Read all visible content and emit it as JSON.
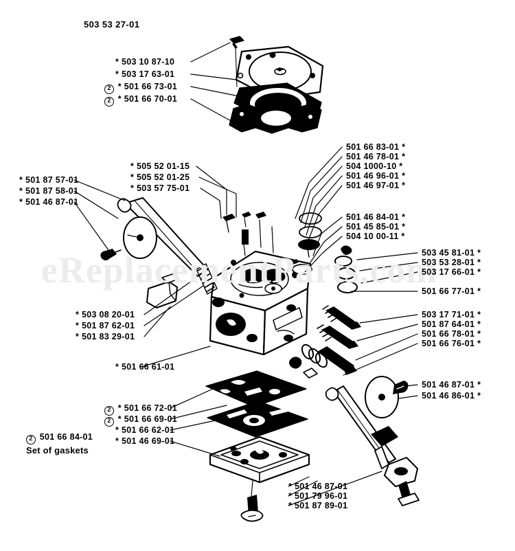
{
  "document": {
    "header_part_number": "503 53 27-01",
    "watermark": "eReplacementParts.com",
    "title": "Carburetor exploded parts diagram"
  },
  "legend": {
    "part_number": "501 66 84-01",
    "description": "Set of gaskets",
    "marker": "2"
  },
  "label_groups": {
    "top_left": [
      {
        "marker": "",
        "asterisk": "*",
        "part": "503 10 87-10"
      },
      {
        "marker": "",
        "asterisk": "*",
        "part": "503 17 63-01"
      },
      {
        "marker": "2",
        "asterisk": "*",
        "part": "501 66 73-01"
      },
      {
        "marker": "2",
        "asterisk": "*",
        "part": "501 66 70-01"
      }
    ],
    "upper_middle_left": [
      {
        "marker": "",
        "asterisk": "*",
        "part": "505 52 01-15"
      },
      {
        "marker": "",
        "asterisk": "*",
        "part": "505 52 01-25"
      },
      {
        "marker": "",
        "asterisk": "*",
        "part": "503 57 75-01"
      }
    ],
    "left_upper": [
      {
        "marker": "",
        "asterisk": "*",
        "part": "501 87 57-01"
      },
      {
        "marker": "",
        "asterisk": "*",
        "part": "501 87 58-01"
      },
      {
        "marker": "",
        "asterisk": "*",
        "part": "501 46 87-01"
      }
    ],
    "left_middle": [
      {
        "marker": "",
        "asterisk": "*",
        "part": "503 08 20-01"
      },
      {
        "marker": "",
        "asterisk": "*",
        "part": "501 87 62-01"
      },
      {
        "marker": "",
        "asterisk": "*",
        "part": "501 83 29-01"
      }
    ],
    "left_single": [
      {
        "marker": "",
        "asterisk": "*",
        "part": "501 66 61-01"
      }
    ],
    "left_lower": [
      {
        "marker": "2",
        "asterisk": "*",
        "part": "501 66 72-01"
      },
      {
        "marker": "2",
        "asterisk": "*",
        "part": "501 66 69-01"
      },
      {
        "marker": "",
        "asterisk": "*",
        "part": "501 66 62-01"
      },
      {
        "marker": "",
        "asterisk": "*",
        "part": "501 46 69-01"
      }
    ],
    "right_upper": [
      {
        "part": "501 66 83-01",
        "asterisk": "*"
      },
      {
        "part": "501 46 78-01",
        "asterisk": "*"
      },
      {
        "part": "504 1000-10",
        "asterisk": "*"
      },
      {
        "part": "501 46 96-01",
        "asterisk": "*"
      },
      {
        "part": "501 46 97-01",
        "asterisk": "*"
      }
    ],
    "right_middle": [
      {
        "part": "501 46 84-01",
        "asterisk": "*"
      },
      {
        "part": "501 45 85-01",
        "asterisk": "*"
      },
      {
        "part": "504 10 00-11",
        "asterisk": "*"
      }
    ],
    "right_orings": [
      {
        "part": "503 45 81-01",
        "asterisk": "*"
      },
      {
        "part": "503 53 28-01",
        "asterisk": "*"
      },
      {
        "part": "503 17 66-01",
        "asterisk": "*"
      }
    ],
    "right_single": [
      {
        "part": "501 66 77-01",
        "asterisk": "*"
      }
    ],
    "right_needles": [
      {
        "part": "503 17 71-01",
        "asterisk": "*"
      },
      {
        "part": "501 87 64-01",
        "asterisk": "*"
      },
      {
        "part": "501 66 78-01",
        "asterisk": "*"
      },
      {
        "part": "501 66 76-01",
        "asterisk": "*"
      }
    ],
    "right_lower": [
      {
        "part": "501 46 87-01",
        "asterisk": "*"
      },
      {
        "part": "501 46 86-01",
        "asterisk": "*"
      }
    ],
    "bottom": [
      {
        "marker": "",
        "asterisk": "*",
        "part": "501 46 87-01"
      },
      {
        "marker": "",
        "asterisk": "*",
        "part": "501 79 96-01"
      },
      {
        "marker": "",
        "asterisk": "*",
        "part": "501 87 89-01"
      }
    ]
  }
}
